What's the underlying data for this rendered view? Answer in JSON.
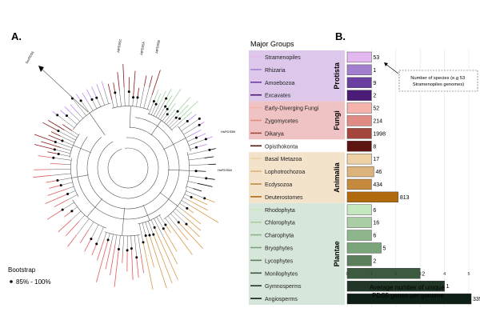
{
  "panel_a": {
    "label": "A.",
    "bootstrap_title": "Bootstrap",
    "bootstrap_legend": "85% - 100%",
    "clade_labels": [
      "SccPDS5",
      "AtPDS5C",
      "AtPDS5A",
      "AtPDS5B",
      "HsPDS5B",
      "HsPDS5A"
    ],
    "branch_colors": [
      "#c084f5",
      "#a2d1a0",
      "#e05c5c",
      "#8b1a1a",
      "#d89a4c",
      "#3f5e3f",
      "#000000",
      "#9a6fc4"
    ]
  },
  "panel_b": {
    "label": "B.",
    "legend_title": "Major Groups",
    "annotation": "Number of species (e.g 53 Stramenopiles genomes)",
    "groups": [
      {
        "name": "Protista",
        "color": "#ddc8ec"
      },
      {
        "name": "Fungi",
        "color": "#efc3c3"
      },
      {
        "name": "Animalia",
        "color": "#f4e3cb"
      },
      {
        "name": "Plantae",
        "color": "#d6e6da"
      }
    ]
  },
  "chart_data": {
    "type": "bar",
    "orientation": "horizontal",
    "xlabel": "Average number of unique PDS5 genes per genome",
    "xlim": [
      0,
      5
    ],
    "xticks": [
      "0",
      "1",
      "2",
      "3",
      "4",
      "5"
    ],
    "categories": [
      "Stramenopiles",
      "Rhizaria",
      "Amoebozoa",
      "Excavates",
      "Early-Diverging Fungi",
      "Zygomycetes",
      "Dikarya",
      "Opisthokonta",
      "Basal Metazoa",
      "Lophotrochozoa",
      "Ecdysozoa",
      "Deuterostomes",
      "Rhodophyta",
      "Chlorophyta",
      "Charophyta",
      "Bryophytes",
      "Lycophytes",
      "Monilophytes",
      "Gymnosperms",
      "Angiosperms"
    ],
    "values": [
      1.0,
      1.0,
      1.0,
      1.0,
      1.0,
      1.0,
      1.0,
      1.0,
      1.0,
      1.1,
      1.0,
      2.1,
      1.0,
      1.0,
      1.0,
      1.4,
      1.0,
      3.0,
      4.0,
      5.1
    ],
    "species_counts": [
      "53",
      "1",
      "9",
      "2",
      "52",
      "214",
      "1998",
      "8",
      "17",
      "46",
      "434",
      "813",
      "6",
      "16",
      "6",
      "5",
      "2",
      "2",
      "1",
      "335"
    ],
    "group_of": [
      "Protista",
      "Protista",
      "Protista",
      "Protista",
      "Fungi",
      "Fungi",
      "Fungi",
      "Opisthokonta",
      "Animalia",
      "Animalia",
      "Animalia",
      "Animalia",
      "Plantae",
      "Plantae",
      "Plantae",
      "Plantae",
      "Plantae",
      "Plantae",
      "Plantae",
      "Plantae"
    ],
    "colors": [
      "#e3b8f0",
      "#a27fce",
      "#6b3fa0",
      "#4b1b78",
      "#f6b3ab",
      "#e08b84",
      "#a5463e",
      "#5e1410",
      "#eed2a6",
      "#dcb37a",
      "#c58a3e",
      "#b26a0f",
      "#c5e8c1",
      "#a9cea5",
      "#8db68c",
      "#7aa47a",
      "#5b7e5b",
      "#3c5a40",
      "#223628",
      "#0e1f16"
    ]
  }
}
